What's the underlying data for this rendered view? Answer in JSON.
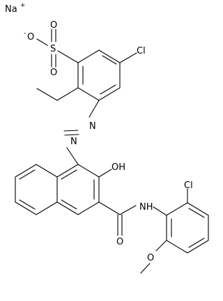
{
  "molecule": {
    "counter_ion": "Na",
    "counter_ion_charge": "+",
    "atoms": {
      "sulfonate_o_minus": "O",
      "sulfonate_o_minus_charge": "-",
      "sulfonate_s": "S",
      "sulfonate_o_top": "O",
      "sulfonate_o_bottom": "O",
      "chloro_top": "Cl",
      "azo_n1": "N",
      "azo_n2": "N",
      "hydroxyl": "OH",
      "amide_nh": "NH",
      "amide_o": "O",
      "chloro_aryl": "Cl",
      "methoxy_o": "O"
    }
  },
  "colors": {
    "bond": "#000000",
    "label": "#000000",
    "background": "#ffffff"
  }
}
